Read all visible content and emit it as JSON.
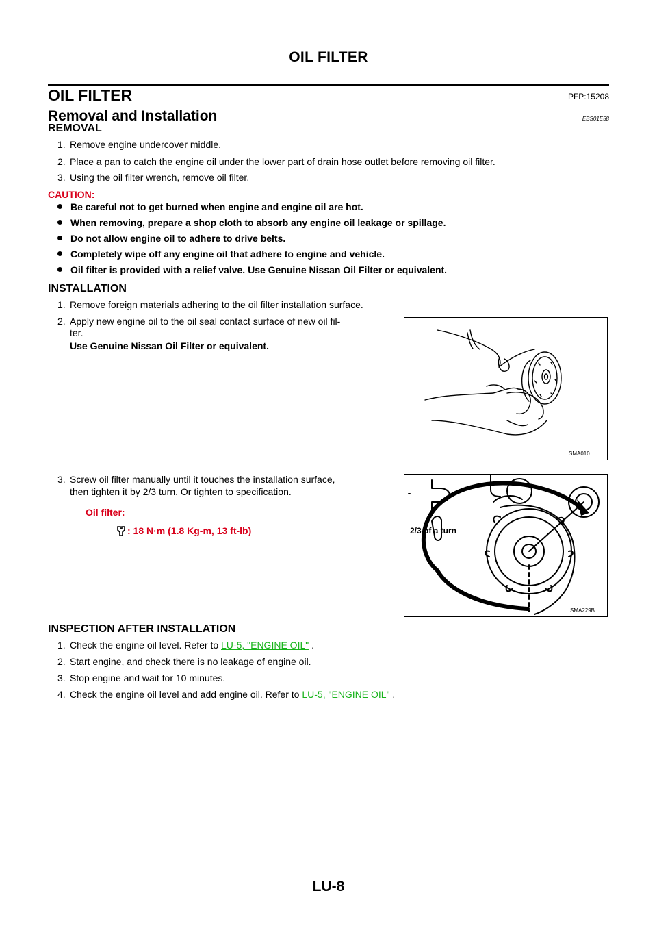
{
  "header": {
    "running_title": "OIL FILTER"
  },
  "section": {
    "title": "OIL FILTER",
    "part_no": "PFP:15208"
  },
  "subsection": {
    "title": "Removal and Installation",
    "code": "EBS01E58"
  },
  "removal": {
    "heading": "REMOVAL",
    "steps": [
      "Remove engine undercover middle.",
      "Place a pan to catch the engine oil under the lower part of drain hose outlet before removing oil filter.",
      "Using the oil filter wrench, remove oil filter."
    ],
    "step_numbers": [
      "1.",
      "2.",
      "3."
    ],
    "caution_label": "CAUTION:",
    "cautions": [
      "Be careful not to get burned when engine and engine oil are hot.",
      "When removing, prepare a shop cloth to absorb any engine oil leakage or spillage.",
      "Do not allow engine oil to adhere to drive belts.",
      "Completely wipe off any engine oil that adhere to engine and vehicle.",
      "Oil filter is provided with a relief valve. Use Genuine Nissan Oil Filter or equivalent."
    ]
  },
  "installation": {
    "heading": "INSTALLATION",
    "step_numbers": [
      "1.",
      "2.",
      "3."
    ],
    "step1": "Remove foreign materials adhering to the oil filter installation surface.",
    "step2_line1": "Apply new engine oil to the oil seal contact surface of new oil fil-",
    "step2_line2": "ter.",
    "step2_note": "Use Genuine Nissan Oil Filter or equivalent.",
    "step3_line1": "Screw oil filter manually until it touches the installation surface,",
    "step3_line2": "then tighten it by 2/3 turn. Or tighten to specification.",
    "spec_label": "Oil filter:",
    "spec_value": ": 18 N·m (1.8 Kg-m, 13 ft-lb)"
  },
  "figures": {
    "fig1_code": "SMA010",
    "fig2_code": "SMA229B",
    "fig2_label": "2/3 of a turn"
  },
  "inspection": {
    "heading": "INSPECTION AFTER INSTALLATION",
    "step_numbers": [
      "1.",
      "2.",
      "3.",
      "4."
    ],
    "step1_text": "Check the engine oil level. Refer to ",
    "step1_link": "LU-5, \"ENGINE OIL\"",
    "step1_tail": " .",
    "step2_text": "Start engine, and check there is no leakage of engine oil.",
    "step3_text": "Stop engine and wait for 10 minutes.",
    "step4_text": "Check the engine oil level and add engine oil. Refer to ",
    "step4_link": "LU-5, \"ENGINE OIL\"",
    "step4_tail": " ."
  },
  "footer": {
    "page_id": "LU-8"
  }
}
